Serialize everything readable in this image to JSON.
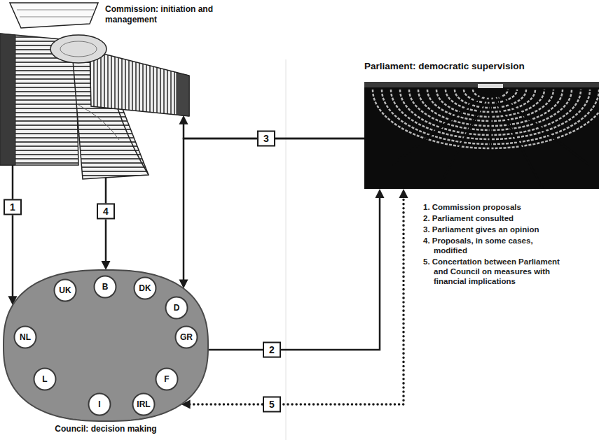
{
  "diagram": {
    "nodes": [
      {
        "text": [
          "Commission: initiation and management"
        ]
      },
      {
        "text": [
          "Parliament: democratic supervision"
        ]
      },
      {
        "text": [
          "Council: decision making"
        ]
      },
      {
        "text": [
          "UK"
        ],
        "in": 2
      },
      {
        "text": [
          "B"
        ],
        "in": 2
      },
      {
        "text": [
          "DK"
        ],
        "in": 2
      },
      {
        "text": [
          "D"
        ],
        "in": 2
      },
      {
        "text": [
          "NL"
        ],
        "in": 2
      },
      {
        "text": [
          "GR"
        ],
        "in": 2
      },
      {
        "text": [
          "L"
        ],
        "in": 2
      },
      {
        "text": [
          "F"
        ],
        "in": 2
      },
      {
        "text": [
          "I"
        ],
        "in": 2
      },
      {
        "text": [
          "IRL"
        ],
        "in": 2
      }
    ],
    "edges": [
      {
        "from": 0,
        "to": 2,
        "arrow": "to",
        "label": "1"
      },
      {
        "from": 2,
        "to": 1,
        "arrow": "to",
        "label": "2"
      },
      {
        "from": 1,
        "to": 0,
        "arrow": "to",
        "label": "3"
      },
      {
        "from": 1,
        "to": 2,
        "arrow": "to"
      },
      {
        "from": 0,
        "to": 2,
        "arrow": "to",
        "label": "4"
      },
      {
        "from": 2,
        "to": 1,
        "arrow": "both",
        "label": "5"
      }
    ],
    "labels": [
      "1. Commission proposals",
      "2. Parliament consulted",
      "3. Parliament gives an opinion",
      "4. Proposals, in some cases, modified",
      "5. Concertation between Parliament and Council on measures with financial implications"
    ]
  }
}
